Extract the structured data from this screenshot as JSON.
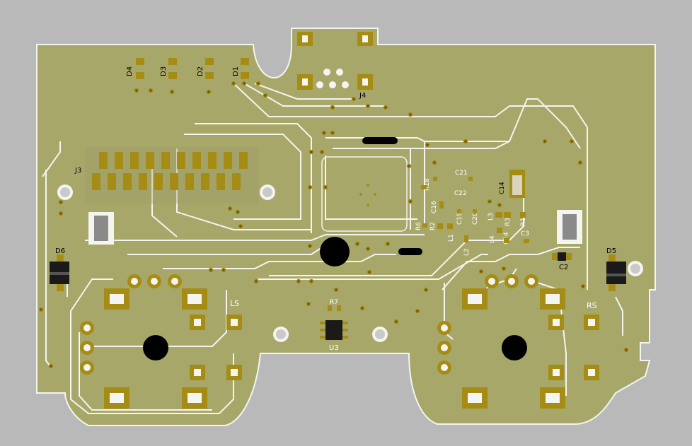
{
  "colors": {
    "background": "#b9b9b9",
    "board": "#a8a76a",
    "board_outline": "#f4f4f0",
    "trace": "#f4f4f0",
    "pad_gold": "#a58c14",
    "pad_hole": "#6b5a0c",
    "silk": "#ffffff",
    "component_body": "#1a1a1a",
    "mount_hole": "#000000",
    "grey_pad": "#8a8a8a"
  },
  "labels": {
    "d1": "D1",
    "d2": "D2",
    "d3": "D3",
    "d4": "D4",
    "d5": "D5",
    "d6": "D6",
    "j3": "J3",
    "j4": "J4",
    "c21": "C21",
    "c22": "C22",
    "r18": "R18",
    "c14": "C14",
    "c16": "C16",
    "c19": "C19",
    "c20": "C20",
    "r6": "R6",
    "r2": "R2",
    "l1": "L1",
    "l2": "L2",
    "l3": "L3",
    "l4": "L4",
    "r3": "R3",
    "r1": "R1",
    "c24": "C24",
    "c3": "C3",
    "c2": "C2",
    "r7": "R7",
    "u3": "U3",
    "ls": "LS",
    "rs": "RS"
  },
  "icons": {
    "mounting_hole": "black-circle-icon",
    "screw_hole": "white-ring-icon"
  }
}
